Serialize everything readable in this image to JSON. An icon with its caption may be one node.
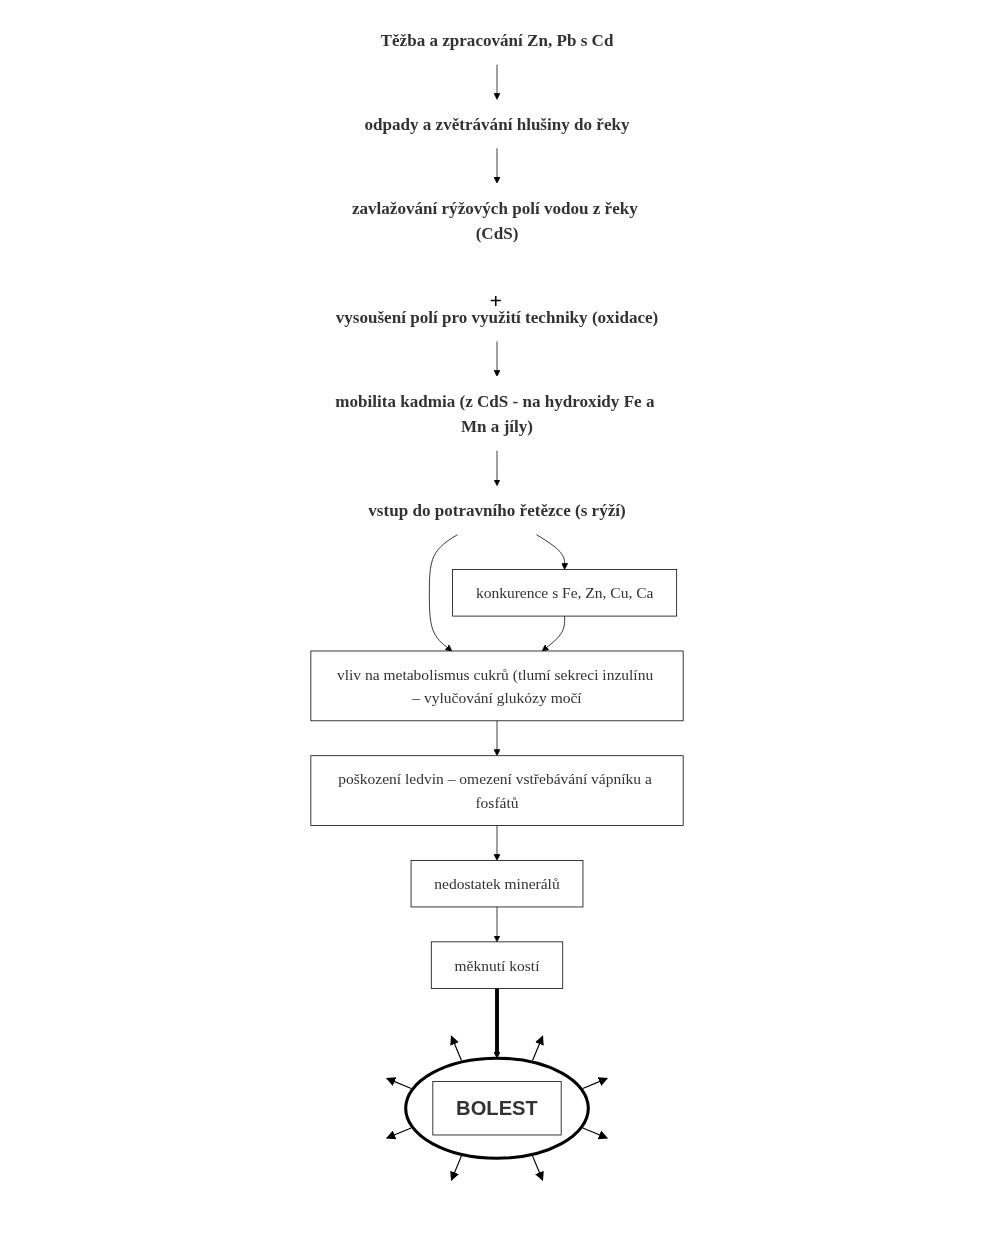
{
  "diagram": {
    "nodes": [
      {
        "text": [
          "Těžba a zpracování Zn, Pb s Cd"
        ]
      },
      {
        "text": [
          "odpady a zvětrávání hlušiny do řeky"
        ]
      },
      {
        "text": [
          "zavlažování rýžových polí vodou z řeky (CdS)"
        ]
      },
      {
        "text": [
          "vysoušení polí pro využití techniky (oxidace)"
        ]
      },
      {
        "text": [
          "mobilita kadmia (z CdS - na hydroxidy Fe a Mn a jíly)"
        ]
      },
      {
        "text": [
          "vstup do potravního řetězce (s rýží)"
        ]
      },
      {
        "text": [
          "konkurence s Fe, Zn, Cu, Ca"
        ]
      },
      {
        "text": [
          "vliv na metabolismus cukrů (tlumí sekreci inzulínu – vylučování glukózy močí"
        ]
      },
      {
        "text": [
          "poškození ledvin – omezení vstřebávání vápníku a fosfátů"
        ]
      },
      {
        "text": [
          "nedostatek minerálů"
        ]
      },
      {
        "text": [
          "měknutí kostí"
        ]
      },
      {
        "text": [],
        "shape": "circle"
      },
      {
        "text": [
          "BOLEST"
        ],
        "in": 11
      }
    ],
    "edges": [
      {
        "from": 0,
        "to": 1,
        "arrow": "to"
      },
      {
        "from": 1,
        "to": 2,
        "arrow": "to"
      },
      {
        "from": 3,
        "to": 4,
        "arrow": "to"
      },
      {
        "from": 4,
        "to": 5,
        "arrow": "to"
      },
      {
        "from": 5,
        "to": 6,
        "arrow": "to"
      },
      {
        "from": 5,
        "to": 7,
        "arrow": "to"
      },
      {
        "from": 6,
        "to": 7,
        "arrow": "to"
      },
      {
        "from": 7,
        "to": 8,
        "arrow": "to"
      },
      {
        "from": 8,
        "to": 9,
        "arrow": "to"
      },
      {
        "from": 9,
        "to": 10,
        "arrow": "to"
      },
      {
        "from": 10,
        "to": 11,
        "arrow": "to",
        "style": "thick"
      },
      {
        "from": 11,
        "to": null,
        "arrow": "to"
      },
      {
        "from": 11,
        "to": null,
        "arrow": "to"
      },
      {
        "from": 11,
        "to": null,
        "arrow": "to"
      },
      {
        "from": 11,
        "to": null,
        "arrow": "to"
      },
      {
        "from": 11,
        "to": null,
        "arrow": "to"
      },
      {
        "from": 11,
        "to": null,
        "arrow": "to"
      },
      {
        "from": 11,
        "to": null,
        "arrow": "to"
      },
      {
        "from": 11,
        "to": null,
        "arrow": "to"
      }
    ],
    "labels": [
      "+"
    ]
  }
}
